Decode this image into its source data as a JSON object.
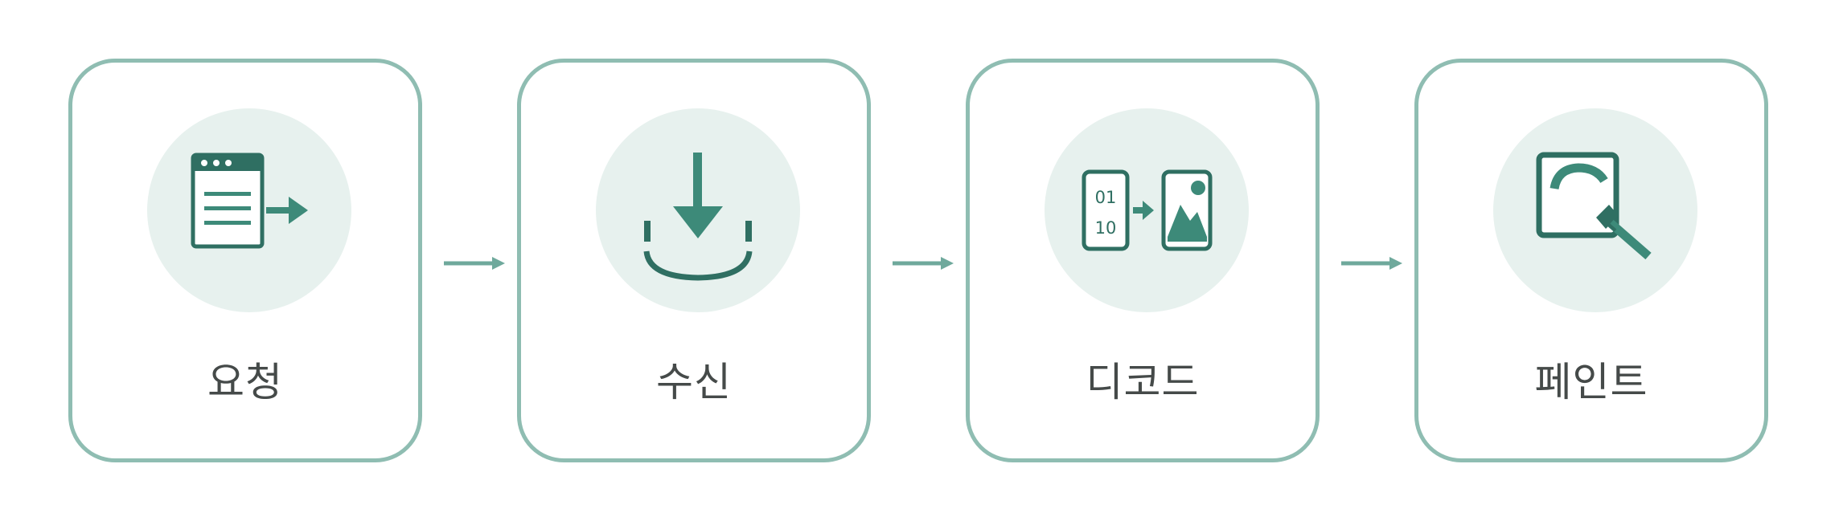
{
  "colors": {
    "border": "#8fbdb2",
    "circle": "#e7f1ee",
    "icon_dark": "#2f6f62",
    "icon_mid": "#3d8a79",
    "arrow": "#6fa99c",
    "label": "#454a49"
  },
  "steps": [
    {
      "label": "요청",
      "icon": "browser-request-icon"
    },
    {
      "label": "수신",
      "icon": "download-receive-icon"
    },
    {
      "label": "디코드",
      "icon": "binary-to-image-icon"
    },
    {
      "label": "페인트",
      "icon": "paint-brush-icon"
    }
  ],
  "binary_icon": {
    "top": "01",
    "bottom": "10"
  }
}
